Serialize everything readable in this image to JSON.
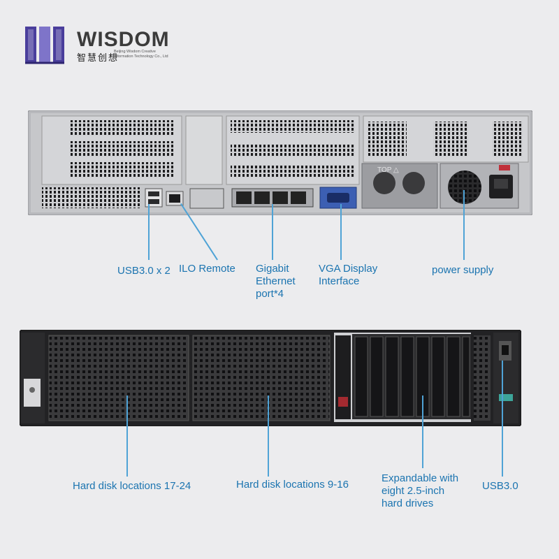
{
  "brand": {
    "name": "WISDOM",
    "chinese": "智慧创想",
    "subtitle": "Beijing Wisdom Creative Information Technology Co., Ltd"
  },
  "colors": {
    "background": "#ececee",
    "label_blue": "#1b74b0",
    "leader_line": "#4fa3d6",
    "logo_purple": "#4a3e9c"
  },
  "rear_panel": {
    "labels": [
      {
        "id": "usb",
        "text": "USB3.0 x 2"
      },
      {
        "id": "ilo",
        "text": "ILO Remote"
      },
      {
        "id": "eth1",
        "text": "Gigabit"
      },
      {
        "id": "eth2",
        "text": "Ethernet"
      },
      {
        "id": "eth3",
        "text": "port*4"
      },
      {
        "id": "vga1",
        "text": "VGA Display"
      },
      {
        "id": "vga2",
        "text": "Interface"
      },
      {
        "id": "psu",
        "text": "power supply"
      }
    ],
    "psu_marking": "TOP △"
  },
  "front_panel": {
    "labels": [
      {
        "id": "hd1724",
        "text": "Hard disk locations 17-24"
      },
      {
        "id": "hd916",
        "text": "Hard disk locations 9-16"
      },
      {
        "id": "exp1",
        "text": "Expandable with"
      },
      {
        "id": "exp2",
        "text": "eight 2.5-inch"
      },
      {
        "id": "exp3",
        "text": "hard drives"
      },
      {
        "id": "usb",
        "text": "USB3.0"
      }
    ]
  },
  "icons": [
    "logo-icon",
    "server-rear-icon",
    "server-front-icon"
  ]
}
